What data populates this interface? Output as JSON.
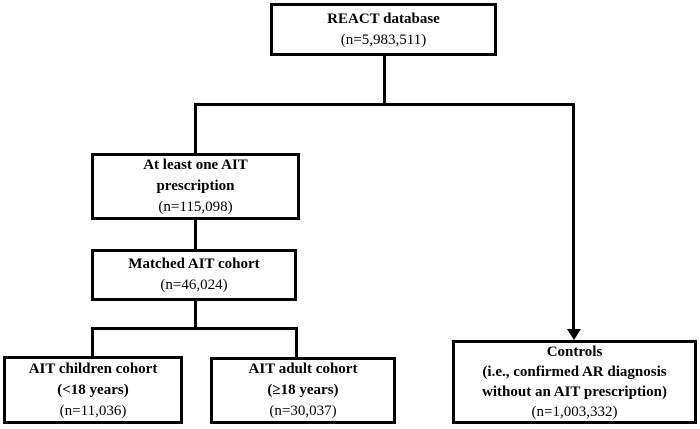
{
  "colors": {
    "background": "#ffffff",
    "line": "#000000",
    "text": "#000000"
  },
  "diagram_type": "study-flowchart",
  "nodes": {
    "react_database": {
      "lines": [
        "REACT database",
        "(n=5,983,511)"
      ]
    },
    "ait_prescription": {
      "lines": [
        "At least one AIT",
        "prescription",
        "(n=115,098)"
      ]
    },
    "matched_cohort": {
      "lines": [
        "Matched AIT cohort",
        "(n=46,024)"
      ]
    },
    "children_cohort": {
      "lines": [
        "AIT children cohort",
        "(<18 years)",
        "(n=11,036)"
      ]
    },
    "adult_cohort": {
      "lines": [
        "AIT adult cohort",
        "(≥18 years)",
        "(n=30,037)"
      ]
    },
    "controls": {
      "lines": [
        "Controls",
        "(i.e., confirmed AR diagnosis",
        "without an AIT prescription)",
        "(n=1,003,332)"
      ]
    }
  }
}
